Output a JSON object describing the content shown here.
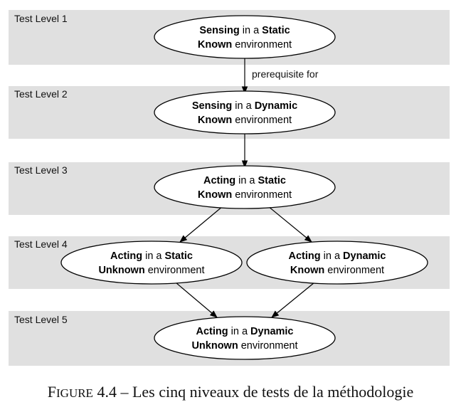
{
  "levels": [
    {
      "label": "Test Level 1"
    },
    {
      "label": "Test Level 2"
    },
    {
      "label": "Test Level 3"
    },
    {
      "label": "Test Level 4"
    },
    {
      "label": "Test Level 5"
    }
  ],
  "nodes": {
    "l1": {
      "a": "Sensing",
      "b": " in a ",
      "c": "Static",
      "d": "Known",
      "e": " environment"
    },
    "l2": {
      "a": "Sensing",
      "b": " in a ",
      "c": "Dynamic",
      "d": "Known",
      "e": " environment"
    },
    "l3": {
      "a": "Acting",
      "b": " in a ",
      "c": "Static",
      "d": "Known",
      "e": " environment"
    },
    "l4a": {
      "a": "Acting",
      "b": " in a ",
      "c": "Static",
      "d": "Unknown",
      "e": " environment"
    },
    "l4b": {
      "a": "Acting",
      "b": " in a ",
      "c": "Dynamic",
      "d": "Known",
      "e": " environment"
    },
    "l5": {
      "a": "Acting",
      "b": " in a ",
      "c": "Dynamic",
      "d": "Unknown",
      "e": " environment"
    }
  },
  "edges": {
    "prerequisite_label": "prerequisite for"
  },
  "caption": {
    "first_letter": "F",
    "smallcaps": "IGURE",
    "rest": " 4.4 – Les cinq niveaux de tests de la méthodologie"
  }
}
